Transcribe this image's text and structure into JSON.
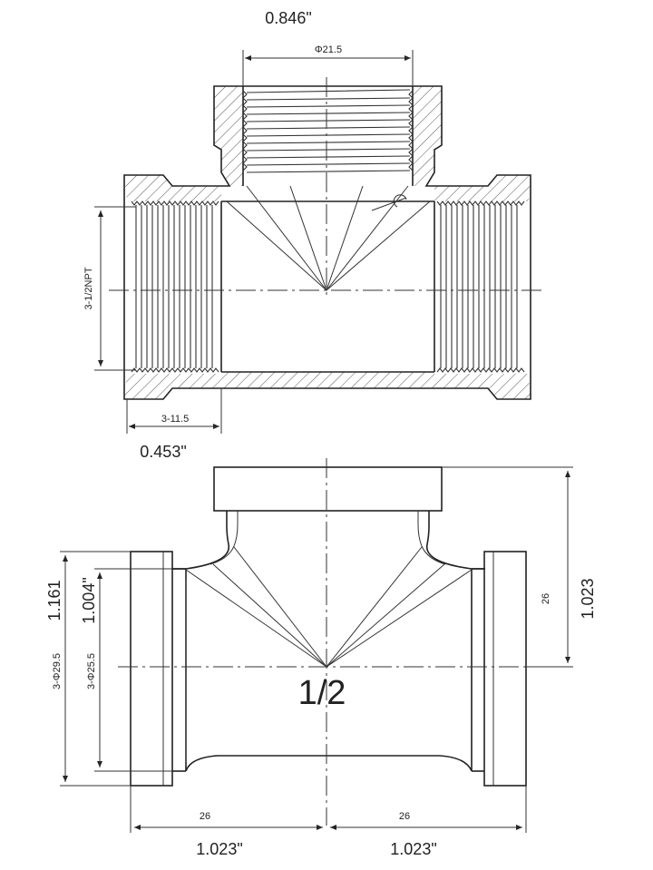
{
  "top_view": {
    "top_width_in": "0.846\"",
    "top_dia_mm": "Φ21.5",
    "side_thread": "3-1/2NPT",
    "thread_depth_mm": "3-11.5",
    "thread_depth_in": "0.453\""
  },
  "front_view": {
    "outer_dia_in": "1.161",
    "inner_dia_in": "1.004\"",
    "outer_dia_mm": "3-Φ29.5",
    "inner_dia_mm": "3-Φ25.5",
    "height_mm": "26",
    "height_in": "1.023",
    "size_mark": "1/2",
    "left_len_mm": "26",
    "right_len_mm": "26",
    "left_len_in": "1.023\"",
    "right_len_in": "1.023\""
  }
}
